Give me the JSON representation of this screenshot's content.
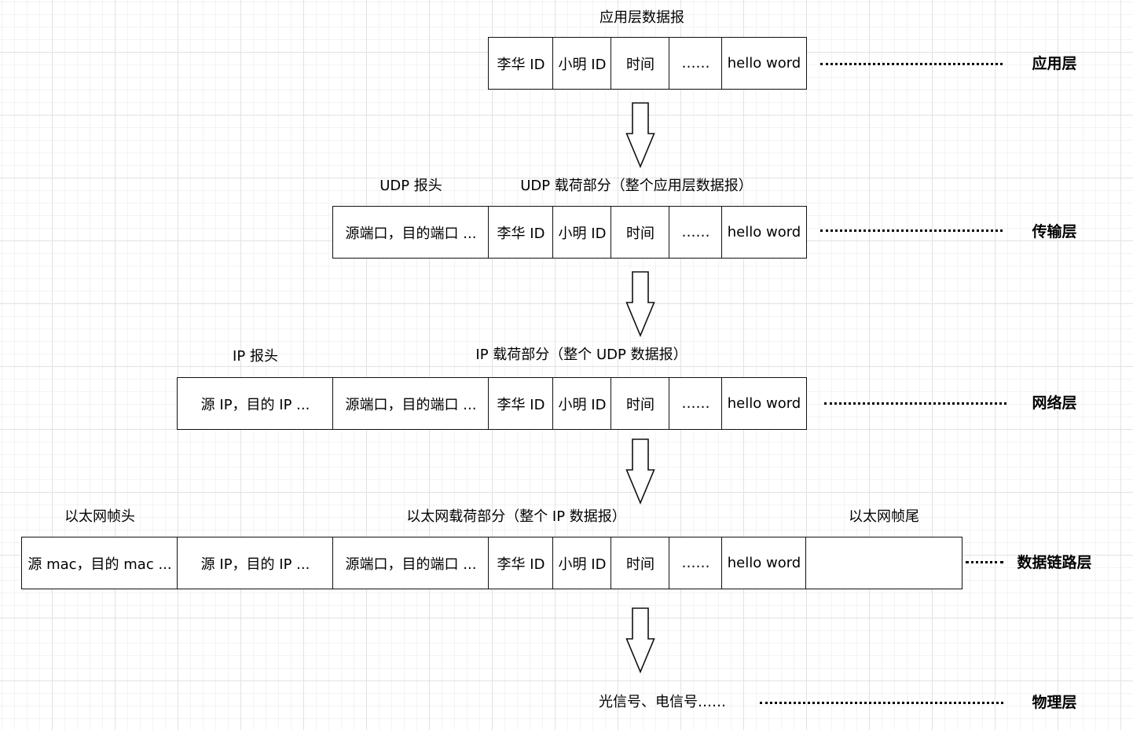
{
  "layers": {
    "application": "应用层",
    "transport": "传输层",
    "network": "网络层",
    "datalink": "数据链路层",
    "physical": "物理层"
  },
  "labels": {
    "app_datagram": "应用层数据报",
    "udp_header": "UDP 报头",
    "udp_payload": "UDP 载荷部分（整个应用层数据报）",
    "ip_header": "IP 报头",
    "ip_payload": "IP 载荷部分（整个 UDP 数据报）",
    "eth_header": "以太网帧头",
    "eth_payload": "以太网载荷部分（整个 IP 数据报）",
    "eth_trailer": "以太网帧尾",
    "physical_signal": "光信号、电信号……"
  },
  "fields": {
    "lihua": "李华 ID",
    "xiaoming": "小明 ID",
    "time": "时间",
    "ellipsis": "……",
    "hello": "hello word",
    "ports": "源端口，目的端口 ...",
    "ips": "源 IP，目的 IP ...",
    "macs": "源 mac，目的 mac ..."
  }
}
